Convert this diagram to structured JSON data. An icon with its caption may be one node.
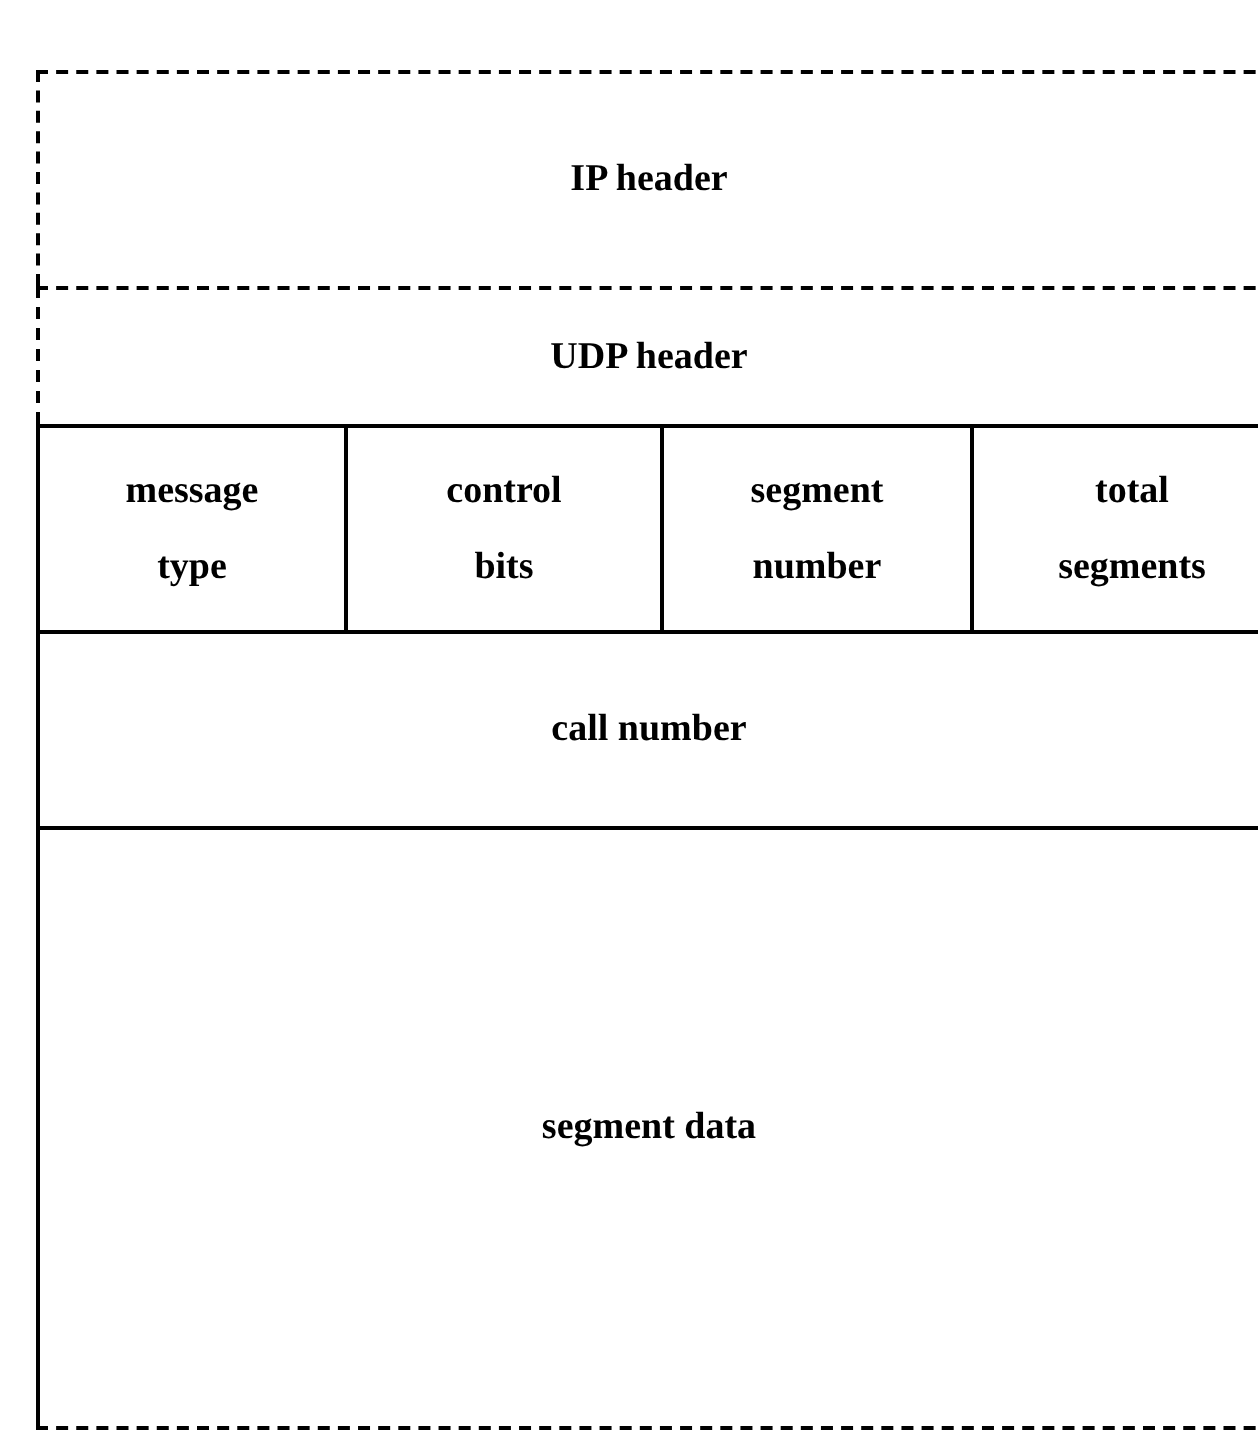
{
  "diagram": {
    "nodes": [
      {
        "text": [
          "IP header"
        ]
      },
      {
        "text": [
          "UDP header"
        ]
      },
      {
        "text": [
          "message type"
        ]
      },
      {
        "text": [
          "control bits"
        ]
      },
      {
        "text": [
          "segment number"
        ]
      },
      {
        "text": [
          "total segments"
        ]
      },
      {
        "text": [
          "call number"
        ]
      },
      {
        "text": [
          "segment data"
        ]
      }
    ]
  }
}
